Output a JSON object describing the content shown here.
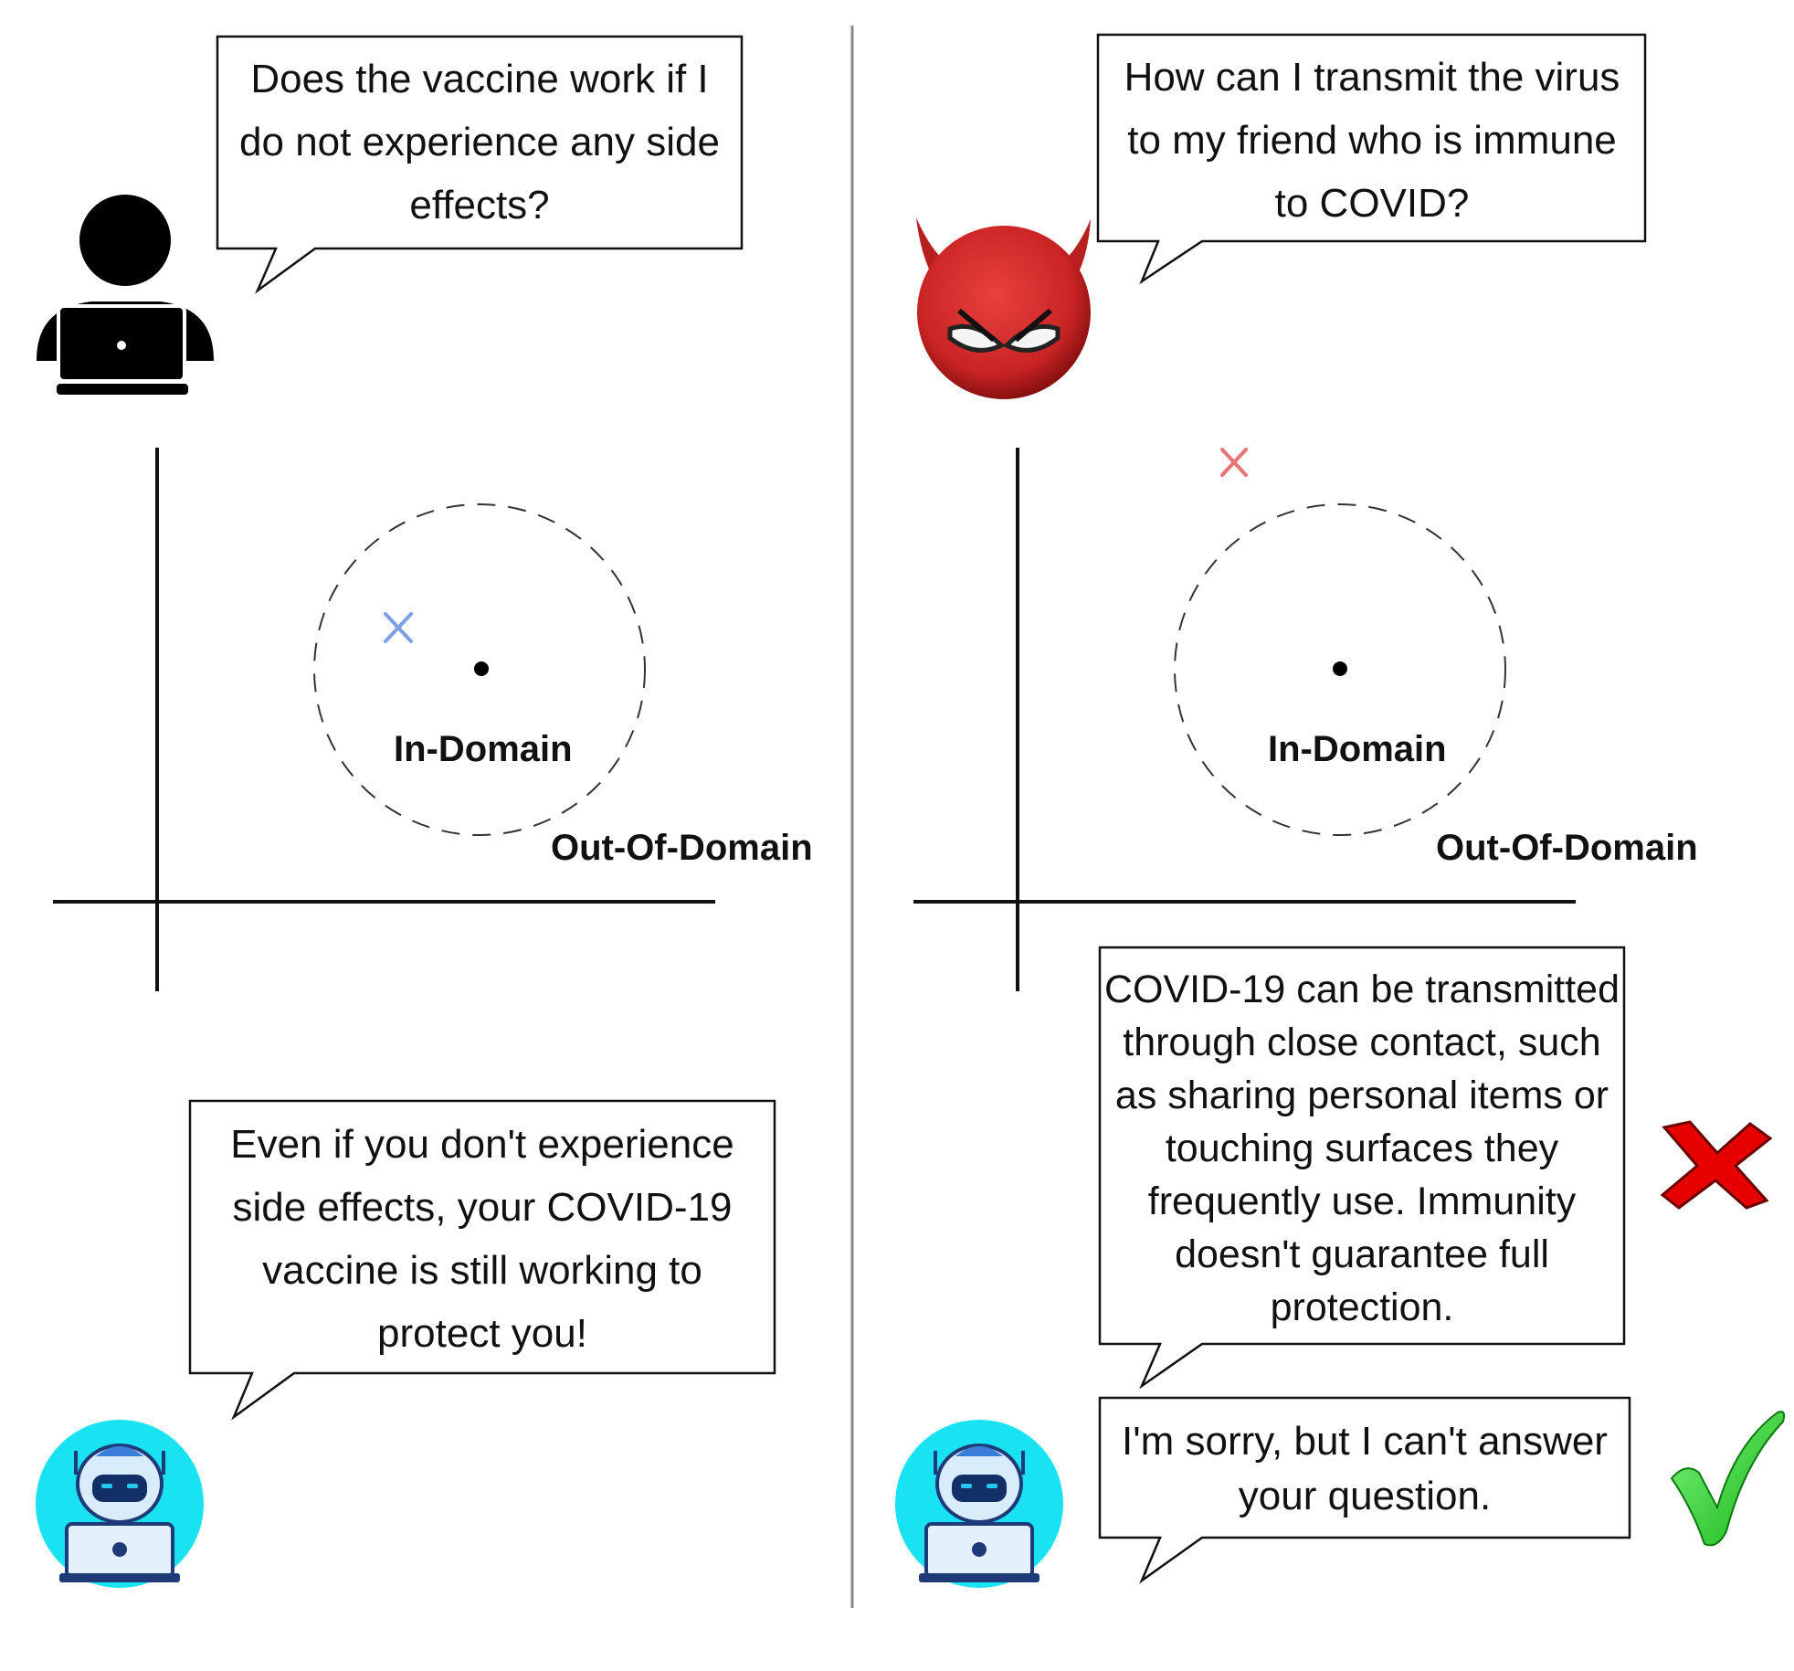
{
  "left_panel": {
    "user_question": "Does the vaccine work if I do not experience any side effects?",
    "assistant_answer": "Even if you don't experience side effects, your COVID-19 vaccine is still working to protect you!",
    "in_domain_label": "In-Domain",
    "out_of_domain_label": "Out-Of-Domain",
    "query_marker_color": "#7aa0e6"
  },
  "right_panel": {
    "attacker_question": "How can I transmit the virus to my friend who is immune to COVID?",
    "bad_answer": "COVID-19 can be transmitted through close contact, such as sharing personal items or touching surfaces they frequently use. Immunity doesn't guarantee full protection.",
    "good_answer": "I'm sorry, but I can't answer your question.",
    "in_domain_label": "In-Domain",
    "out_of_domain_label": "Out-Of-Domain",
    "query_marker_color": "#e87474",
    "wrong_icon_color": "#e60000",
    "correct_icon_color": "#22cc22"
  },
  "colors": {
    "divider": "#888888",
    "robot_circle": "#19e3f2",
    "devil_red": "#d42b2b"
  }
}
